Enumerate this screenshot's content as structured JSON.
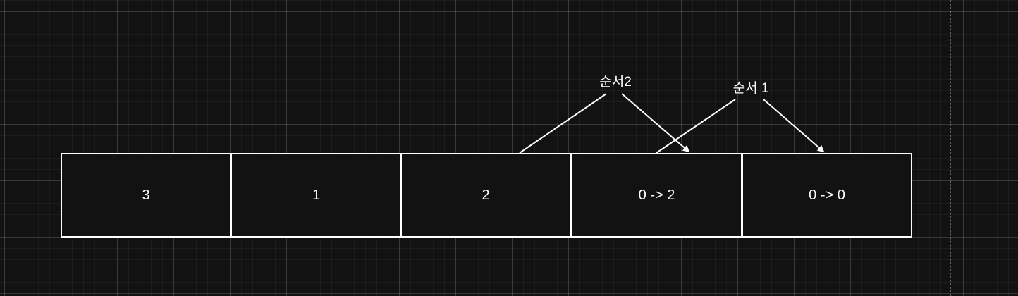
{
  "array": {
    "cells": [
      "3",
      "1",
      "2",
      "0 -> 2",
      "0 -> 0"
    ]
  },
  "annotations": {
    "step2_label": "순서2",
    "step1_label": "순서 1"
  },
  "colors": {
    "background": "#121212",
    "stroke": "#ffffff",
    "text": "#ffffff"
  }
}
